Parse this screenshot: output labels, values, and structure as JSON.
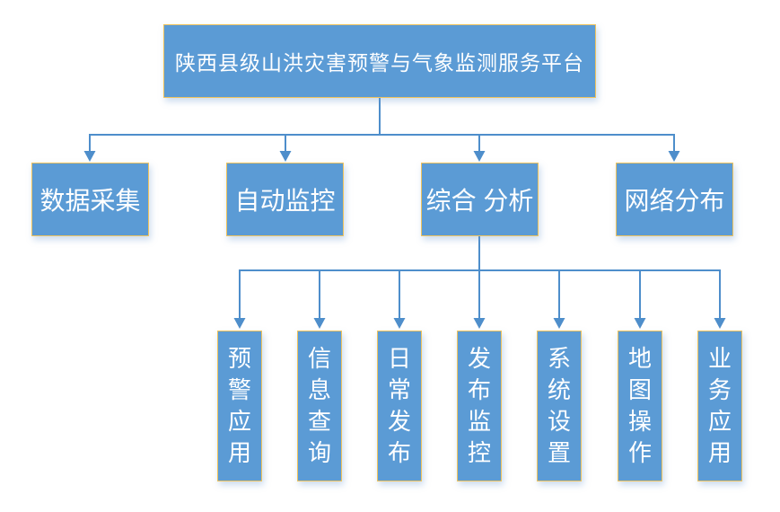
{
  "nodes": {
    "root": {
      "label": "陕西县级山洪灾害预警与气象监测服务平台"
    },
    "level2": [
      {
        "label": "数据采集"
      },
      {
        "label": "自动监控"
      },
      {
        "label": "综合 分析"
      },
      {
        "label": "网络分布"
      }
    ],
    "level3": [
      {
        "label": "预警应用"
      },
      {
        "label": "信息查询"
      },
      {
        "label": "日常发布"
      },
      {
        "label": "发布监控"
      },
      {
        "label": "系统设置"
      },
      {
        "label": "地图操作"
      },
      {
        "label": "业务应用"
      }
    ]
  },
  "colors": {
    "box_fill": "#5B9BD5",
    "box_border": "#EEC35E",
    "line": "#4E8ECB",
    "text": "#FFFFFF",
    "background": "#FFFFFF"
  }
}
